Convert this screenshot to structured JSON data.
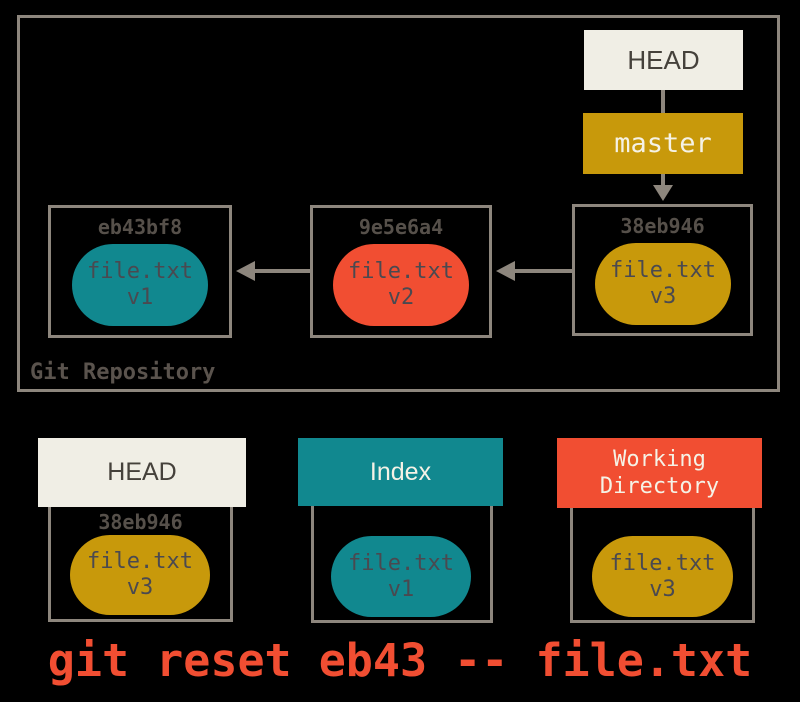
{
  "background": "#000000",
  "colors": {
    "border": "#8D867D",
    "arrow": "#8D867D",
    "cream": "#F0EEE5",
    "cream_text": "#45413B",
    "gold": "#C8990B",
    "teal": "#11888F",
    "red": "#F14E32",
    "blob_text": "#4A4950",
    "hash_text": "#56504A",
    "label_text": "#5A534D",
    "light_text": "#F5F2E6"
  },
  "repository": {
    "label": "Git Repository",
    "head_label": "HEAD",
    "branch_label": "master",
    "commits": [
      {
        "hash": "eb43bf8",
        "file": "file.txt",
        "version": "v1"
      },
      {
        "hash": "9e5e6a4",
        "file": "file.txt",
        "version": "v2"
      },
      {
        "hash": "38eb946",
        "file": "file.txt",
        "version": "v3"
      }
    ]
  },
  "areas": {
    "head": {
      "title": "HEAD",
      "hash": "38eb946",
      "file": "file.txt",
      "version": "v3"
    },
    "index": {
      "title": "Index",
      "file": "file.txt",
      "version": "v1"
    },
    "working": {
      "title": "Working Directory",
      "file": "file.txt",
      "version": "v3"
    }
  },
  "command": "git reset eb43 -- file.txt"
}
